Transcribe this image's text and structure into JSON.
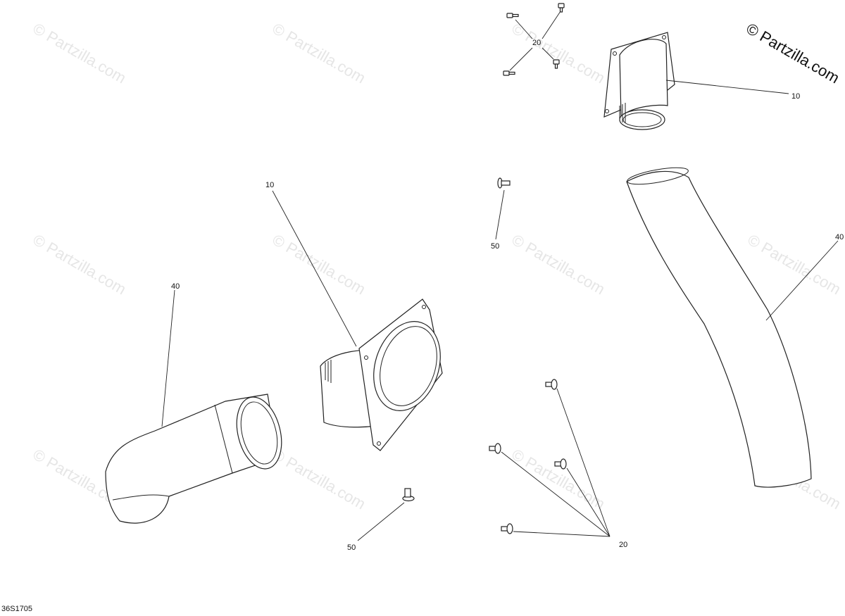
{
  "watermark": "© Partzilla.com",
  "brand": "© Partzilla.com",
  "drawing_id": "36S1705",
  "callouts": {
    "top_bolts": "20",
    "top_adapter": "10",
    "upper_screw": "50",
    "right_hose": "40",
    "center_adapter": "10",
    "left_hose": "40",
    "lower_screw": "50",
    "lower_bolts": "20"
  }
}
